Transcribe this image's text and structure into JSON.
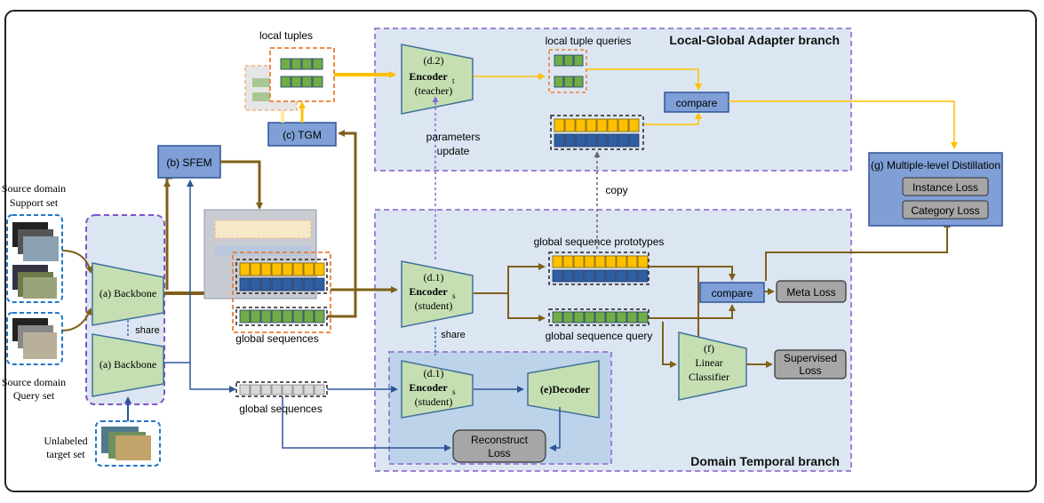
{
  "branches": {
    "local_global": "Local-Global Adapter branch",
    "domain_temporal": "Domain Temporal branch"
  },
  "inputs": {
    "support_line1": "Source domain",
    "support_line2": "Support set",
    "query_line1": "Source domain",
    "query_line2": "Query set",
    "unlabeled_line1": "Unlabeled",
    "unlabeled_line2": "target set"
  },
  "backbone": {
    "top_label": "(a) Backbone",
    "bottom_label": "(a) Backbone",
    "share": "share"
  },
  "modules": {
    "sfem": "(b) SFEM",
    "tgm": "(c) TGM",
    "decoder": "(e)Decoder",
    "reconstruct_line1": "Reconstruct",
    "reconstruct_line2": "Loss"
  },
  "encoders": {
    "teacher_id": "(d.2)",
    "teacher_name": "Encoder",
    "teacher_sub": "t",
    "teacher_role": "(teacher)",
    "student_id": "(d.1)",
    "student_name": "Encoder",
    "student_sub": "s",
    "student_role": "(student)",
    "student2_id": "(d.1)",
    "student2_name": "Encoder",
    "student2_sub": "s",
    "student2_role": "(student)"
  },
  "labels": {
    "local_tuples": "local tuples",
    "local_tuple_queries": "local tuple queries",
    "global_sequences_mid": "global sequences",
    "global_sequences_bottom": "global sequences",
    "parameters_update_line1": "parameters",
    "parameters_update_line2": "update",
    "copy": "copy",
    "share_encoders": "share",
    "gs_prototypes": "global sequence  prototypes",
    "gs_query": "global sequence  query"
  },
  "compare": {
    "top": "compare",
    "bottom": "compare"
  },
  "losses": {
    "meta": "Meta Loss",
    "supervised_line1": "Supervised",
    "supervised_line2": "Loss"
  },
  "classifier": {
    "id": "(f)",
    "line1": "Linear",
    "line2": "Classifier"
  },
  "distillation": {
    "title": "(g) Multiple-level Distillation",
    "instance": "Instance Loss",
    "category": "Category Loss"
  },
  "colors": {
    "brown_arrow": "#7f5f1a",
    "orange_arrow": "#ffc000",
    "blue_arrow": "#2e5597",
    "green_block": "#70ad47",
    "yellow_block": "#ffc000",
    "blue_block": "#2e5fa3",
    "module_blue": "#7f9fd6",
    "encoder_green": "#c5dfb2",
    "branch_fill": "#dce6f2",
    "branch_border": "#9c84d4"
  }
}
